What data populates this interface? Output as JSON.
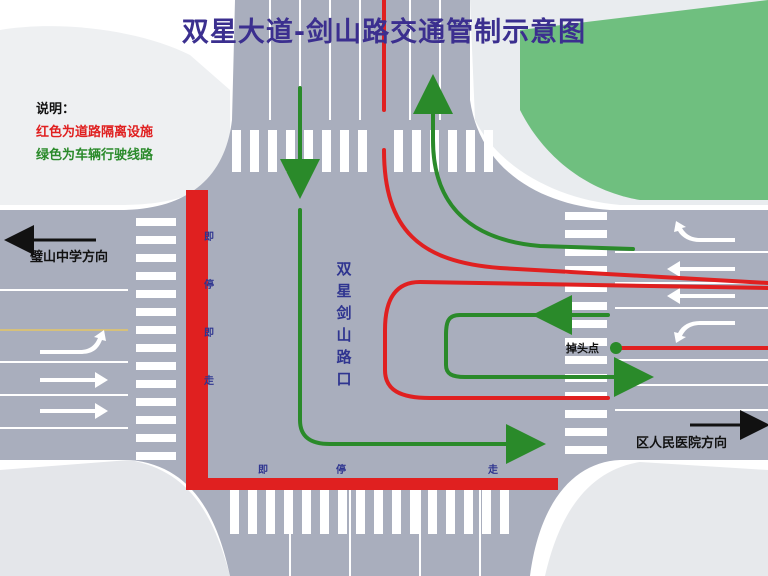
{
  "title": "双星大道-剑山路交通管制示意图",
  "legend": {
    "heading": "说明：",
    "items": [
      {
        "text": "红色为道路隔离设施",
        "color": "#e02020"
      },
      {
        "text": "绿色为车辆行驶线路",
        "color": "#2a8a2a"
      }
    ]
  },
  "directions": {
    "west": "璧山中学方向",
    "east": "区人民医院方向"
  },
  "intersection_name": [
    "双",
    "星",
    "剑",
    "山",
    "路",
    "口"
  ],
  "stop_marking_vertical": [
    "即",
    "停",
    "即",
    "走"
  ],
  "stop_marking_horizontal": [
    "即",
    "停",
    "走"
  ],
  "uturn_point": "掉头点",
  "colors": {
    "barrier": "#e02020",
    "route": "#2a8a2a",
    "road": "#a9aebd",
    "green_area": "#6fbf7f",
    "title": "#3b2f8f"
  }
}
